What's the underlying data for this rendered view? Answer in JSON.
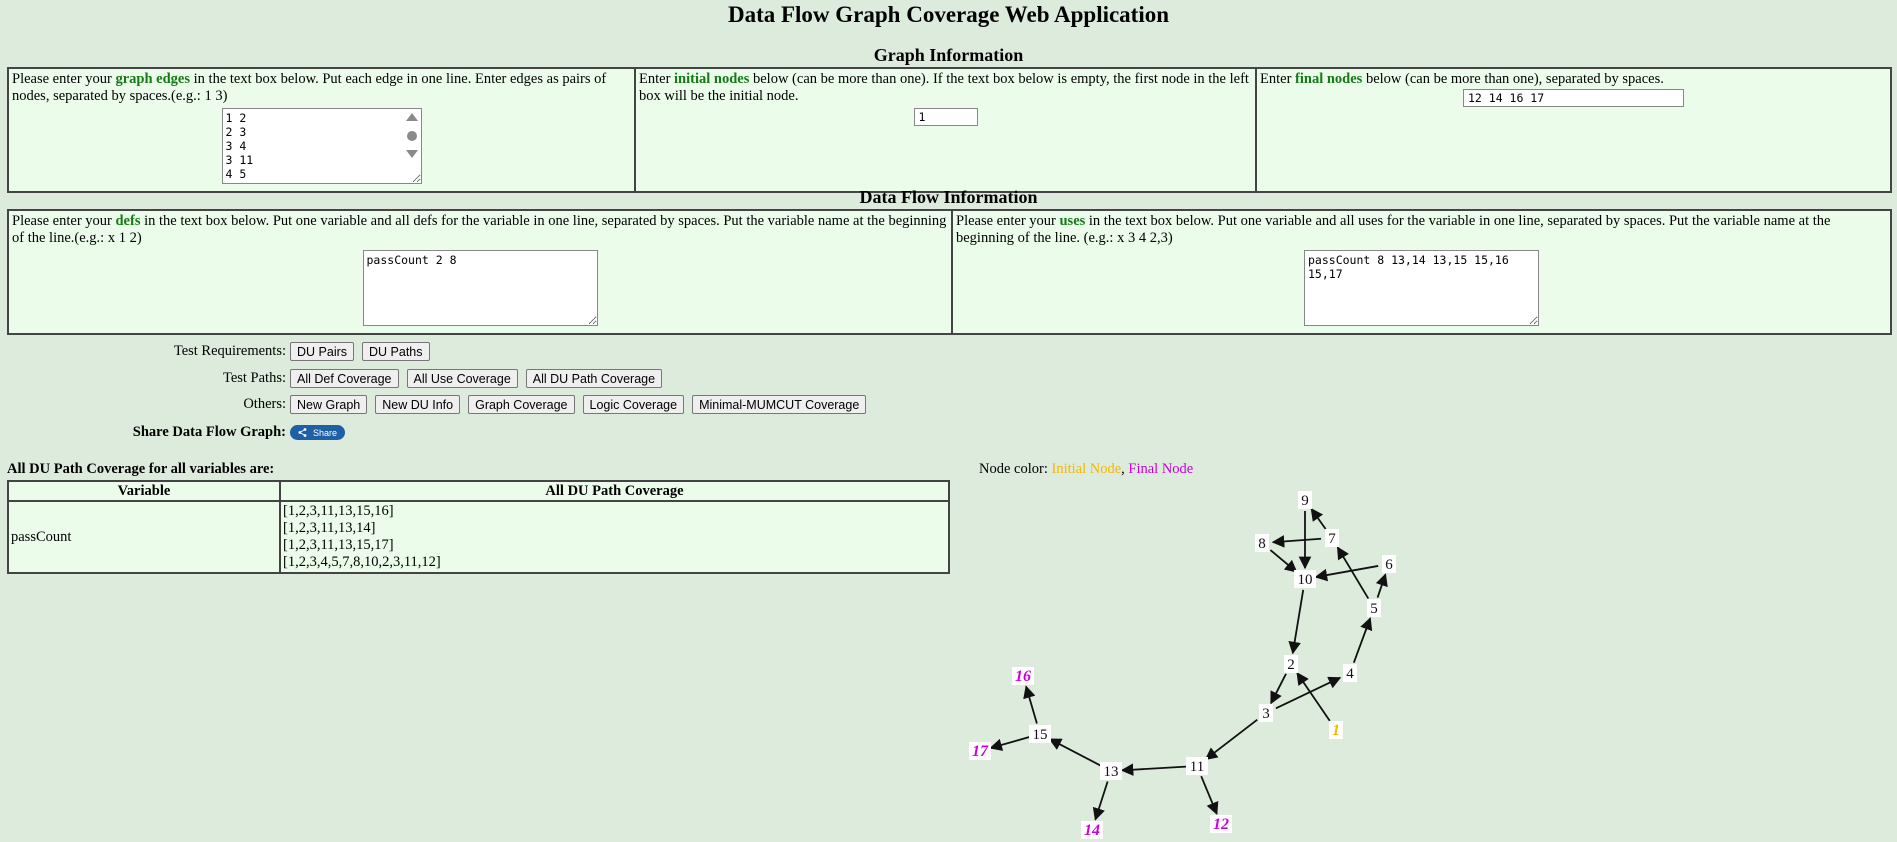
{
  "page": {
    "title": "Data Flow Graph Coverage Web Application"
  },
  "graph_info": {
    "section_title": "Graph Information",
    "edges": {
      "text_pre": "Please enter your ",
      "keyword": "graph edges",
      "text_post": " in the text box below. Put each edge in one line. Enter edges as pairs of nodes, separated by spaces.(e.g.: 1 3)",
      "value": "1 2\n2 3\n3 4\n3 11\n4 5"
    },
    "initial": {
      "text_pre": "Enter ",
      "keyword": "initial nodes",
      "text_post": " below (can be more than one). If the text box below is empty, the first node in the left box will be the initial node.",
      "value": "1"
    },
    "final": {
      "text_pre": "Enter ",
      "keyword": "final nodes",
      "text_post": " below (can be more than one), separated by spaces.",
      "value": "12 14 16 17"
    }
  },
  "data_flow_info": {
    "section_title": "Data Flow Information",
    "defs": {
      "text_pre": "Please enter your ",
      "keyword": "defs",
      "text_post": " in the text box below. Put one variable and all defs for the variable in one line, separated by spaces. Put the variable name at the beginning of the line.(e.g.: x 1 2)",
      "value": "passCount 2 8"
    },
    "uses": {
      "text_pre": "Please enter your ",
      "keyword": "uses",
      "text_post": " in the text box below. Put one variable and all uses for the variable in one line, separated by spaces. Put the variable name at the beginning of the line. (e.g.: x 3 4 2,3)",
      "value": "passCount 8 13,14 13,15 15,16\n15,17"
    }
  },
  "buttons": {
    "test_requirements_label": "Test Requirements:",
    "du_pairs": "DU Pairs",
    "du_paths": "DU Paths",
    "test_paths_label": "Test Paths:",
    "all_def": "All Def Coverage",
    "all_use": "All Use Coverage",
    "all_du_path": "All DU Path Coverage",
    "others_label": "Others:",
    "new_graph": "New Graph",
    "new_du_info": "New DU Info",
    "graph_coverage": "Graph Coverage",
    "logic_coverage": "Logic Coverage",
    "minimal_mumcut": "Minimal-MUMCUT Coverage",
    "share_label": "Share Data Flow Graph:",
    "share": "Share"
  },
  "results": {
    "heading": "All DU Path Coverage for all variables are:",
    "columns": [
      "Variable",
      "All DU Path Coverage"
    ],
    "rows": [
      {
        "variable": "passCount",
        "paths": [
          "[1,2,3,11,13,15,16]",
          "[1,2,3,11,13,14]",
          "[1,2,3,11,13,15,17]",
          "[1,2,3,4,5,7,8,10,2,3,11,12]"
        ]
      }
    ]
  },
  "legend": {
    "prefix": "Node color: ",
    "initial": "Initial Node",
    "sep": ", ",
    "final": "Final Node"
  },
  "colors": {
    "initial": "#f5b800",
    "final": "#cc00dd",
    "keyword": "#157a15",
    "background": "#dcebdc",
    "panel": "#ebfceb"
  },
  "graph": {
    "nodes": [
      {
        "id": "1",
        "type": "initial"
      },
      {
        "id": "2",
        "type": "normal"
      },
      {
        "id": "3",
        "type": "normal"
      },
      {
        "id": "4",
        "type": "normal"
      },
      {
        "id": "5",
        "type": "normal"
      },
      {
        "id": "6",
        "type": "normal"
      },
      {
        "id": "7",
        "type": "normal"
      },
      {
        "id": "8",
        "type": "normal"
      },
      {
        "id": "9",
        "type": "normal"
      },
      {
        "id": "10",
        "type": "normal"
      },
      {
        "id": "11",
        "type": "normal"
      },
      {
        "id": "12",
        "type": "final"
      },
      {
        "id": "13",
        "type": "normal"
      },
      {
        "id": "14",
        "type": "final"
      },
      {
        "id": "15",
        "type": "normal"
      },
      {
        "id": "16",
        "type": "final"
      },
      {
        "id": "17",
        "type": "final"
      }
    ],
    "edges": [
      [
        "1",
        "2"
      ],
      [
        "2",
        "3"
      ],
      [
        "3",
        "4"
      ],
      [
        "3",
        "11"
      ],
      [
        "4",
        "5"
      ],
      [
        "5",
        "6"
      ],
      [
        "5",
        "7"
      ],
      [
        "6",
        "10"
      ],
      [
        "7",
        "8"
      ],
      [
        "7",
        "9"
      ],
      [
        "8",
        "10"
      ],
      [
        "9",
        "10"
      ],
      [
        "10",
        "2"
      ],
      [
        "11",
        "12"
      ],
      [
        "11",
        "13"
      ],
      [
        "13",
        "14"
      ],
      [
        "13",
        "15"
      ],
      [
        "15",
        "16"
      ],
      [
        "15",
        "17"
      ]
    ]
  }
}
